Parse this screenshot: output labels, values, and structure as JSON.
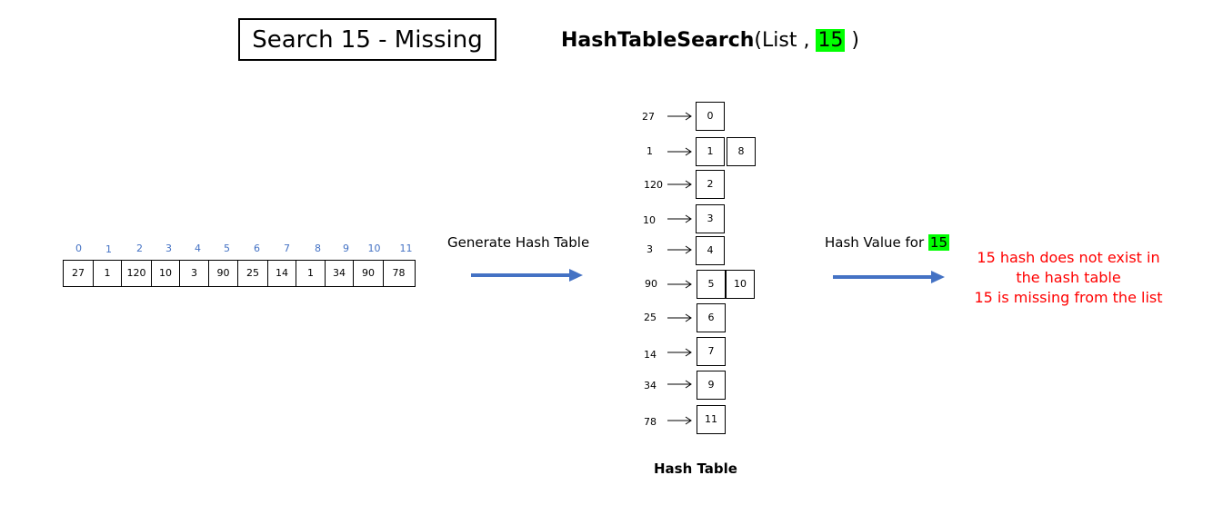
{
  "title": "Search 15  -  Missing",
  "function_call": {
    "name": "HashTableSearch",
    "open": "(List , ",
    "value": "15",
    "close": " )"
  },
  "array": {
    "indices": [
      "0",
      "1",
      "2",
      "3",
      "4",
      "5",
      "6",
      "7",
      "8",
      "9",
      "10",
      "11"
    ],
    "values": [
      "27",
      "1",
      "120",
      "10",
      "3",
      "90",
      "25",
      "14",
      "1",
      "34",
      "90",
      "78"
    ]
  },
  "labels": {
    "generate": "Generate Hash Table",
    "hash_value_prefix": "Hash Value for ",
    "hash_value_num": "15",
    "hash_table": "Hash Table"
  },
  "hash_table": {
    "keys": [
      "27",
      "1",
      "120",
      "10",
      "3",
      "90",
      "25",
      "14",
      "34",
      "78"
    ],
    "slots": [
      "0",
      "1",
      "2",
      "3",
      "4",
      "5",
      "6",
      "7",
      "9",
      "11"
    ],
    "chained": [
      {
        "slot": "1",
        "value": "8"
      },
      {
        "slot": "5",
        "value": "10"
      }
    ]
  },
  "result": {
    "line1": "15 hash does not exist in",
    "line2": "the hash table",
    "line3": "15 is missing from the list"
  },
  "colors": {
    "highlight": "#00ff00",
    "arrow": "#4472c4",
    "index_text": "#4472c4",
    "result_text": "#ff0000"
  }
}
